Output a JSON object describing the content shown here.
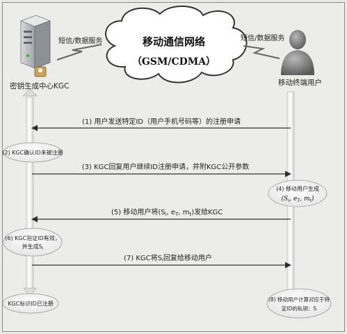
{
  "cloud": {
    "line1": "移动通信网络",
    "line2": "（GSM/CDMA）"
  },
  "left": {
    "service_label": "短信/数据服务",
    "entity_label": "密钥生成中心KGC"
  },
  "right": {
    "service_label": "短信/数据服务",
    "entity_label": "移动终端用户"
  },
  "messages": [
    "(1) 用户发送特定ID（用户手机号码等）的注册申请",
    "(3) KGC回复用户继续ID注册申请，并附KGC公开参数",
    "(5) 移动用户将(S",
    "(7) KGC将S",
    "回复给移动用户"
  ],
  "msg5_tail": ", e",
  "msg5_tail2": ", m",
  "msg5_tail3": ")发给KGC",
  "sub_i": "i",
  "sub_T": "T",
  "sub_t": "t",
  "left_steps": {
    "s2": "(2) KGC确认ID未被注册",
    "s6a": "(6) KGC验证ID有效，",
    "s6b": "并生成S",
    "s_end": "KGC标识ID已注册"
  },
  "right_steps": {
    "s4a": "(4) 移动用户生成",
    "s4b_open": "(S",
    "s4b_e": ", e",
    "s4b_m": ", m",
    "s4b_close": ")",
    "s8a": "(8) 移动用户计算对应于特",
    "s8b": "定ID的私钥：S"
  }
}
